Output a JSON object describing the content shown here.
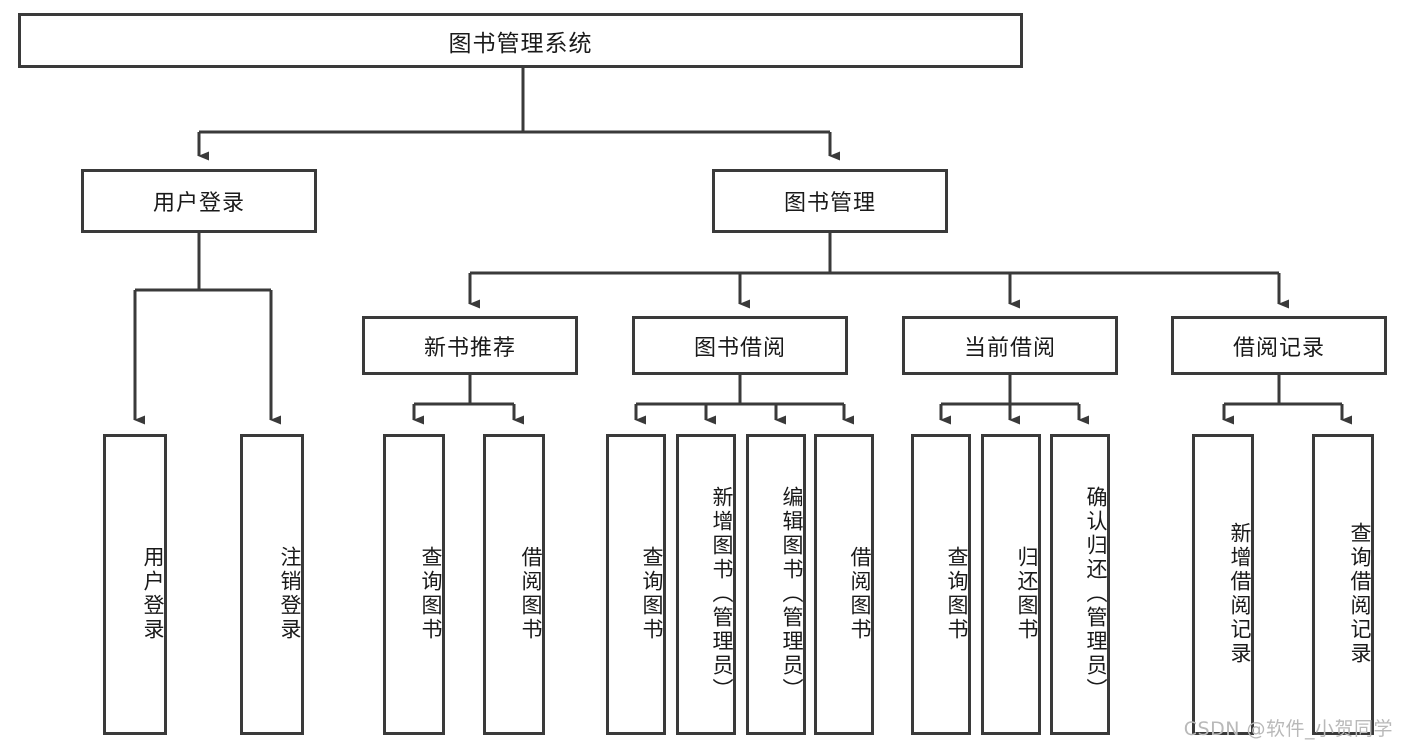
{
  "diagram": {
    "title": "图书管理系统",
    "watermark": "CSDN @软件_小贺同学",
    "line_color": "#3a3a3a",
    "box_fill": "#ffffff",
    "text_color": "#1a1a1a",
    "watermark_color": "#b9b9b9"
  },
  "nodes": {
    "root": {
      "label": "图书管理系统"
    },
    "level2": [
      {
        "label": "用户登录"
      },
      {
        "label": "图书管理"
      }
    ],
    "level3": [
      {
        "label": "新书推荐"
      },
      {
        "label": "图书借阅"
      },
      {
        "label": "当前借阅"
      },
      {
        "label": "借阅记录"
      }
    ],
    "leaves_user_login": [
      {
        "label": "用户登录"
      },
      {
        "label": "注销登录"
      }
    ],
    "leaves_new_book": [
      {
        "label": "查询图书"
      },
      {
        "label": "借阅图书"
      }
    ],
    "leaves_borrow": [
      {
        "label": "查询图书"
      },
      {
        "label": "新增图书（管理员）"
      },
      {
        "label": "编辑图书（管理员）"
      },
      {
        "label": "借阅图书"
      }
    ],
    "leaves_current": [
      {
        "label": "查询图书"
      },
      {
        "label": "归还图书"
      },
      {
        "label": "确认归还（管理员）"
      }
    ],
    "leaves_records": [
      {
        "label": "新增借阅记录"
      },
      {
        "label": "查询借阅记录"
      }
    ]
  }
}
